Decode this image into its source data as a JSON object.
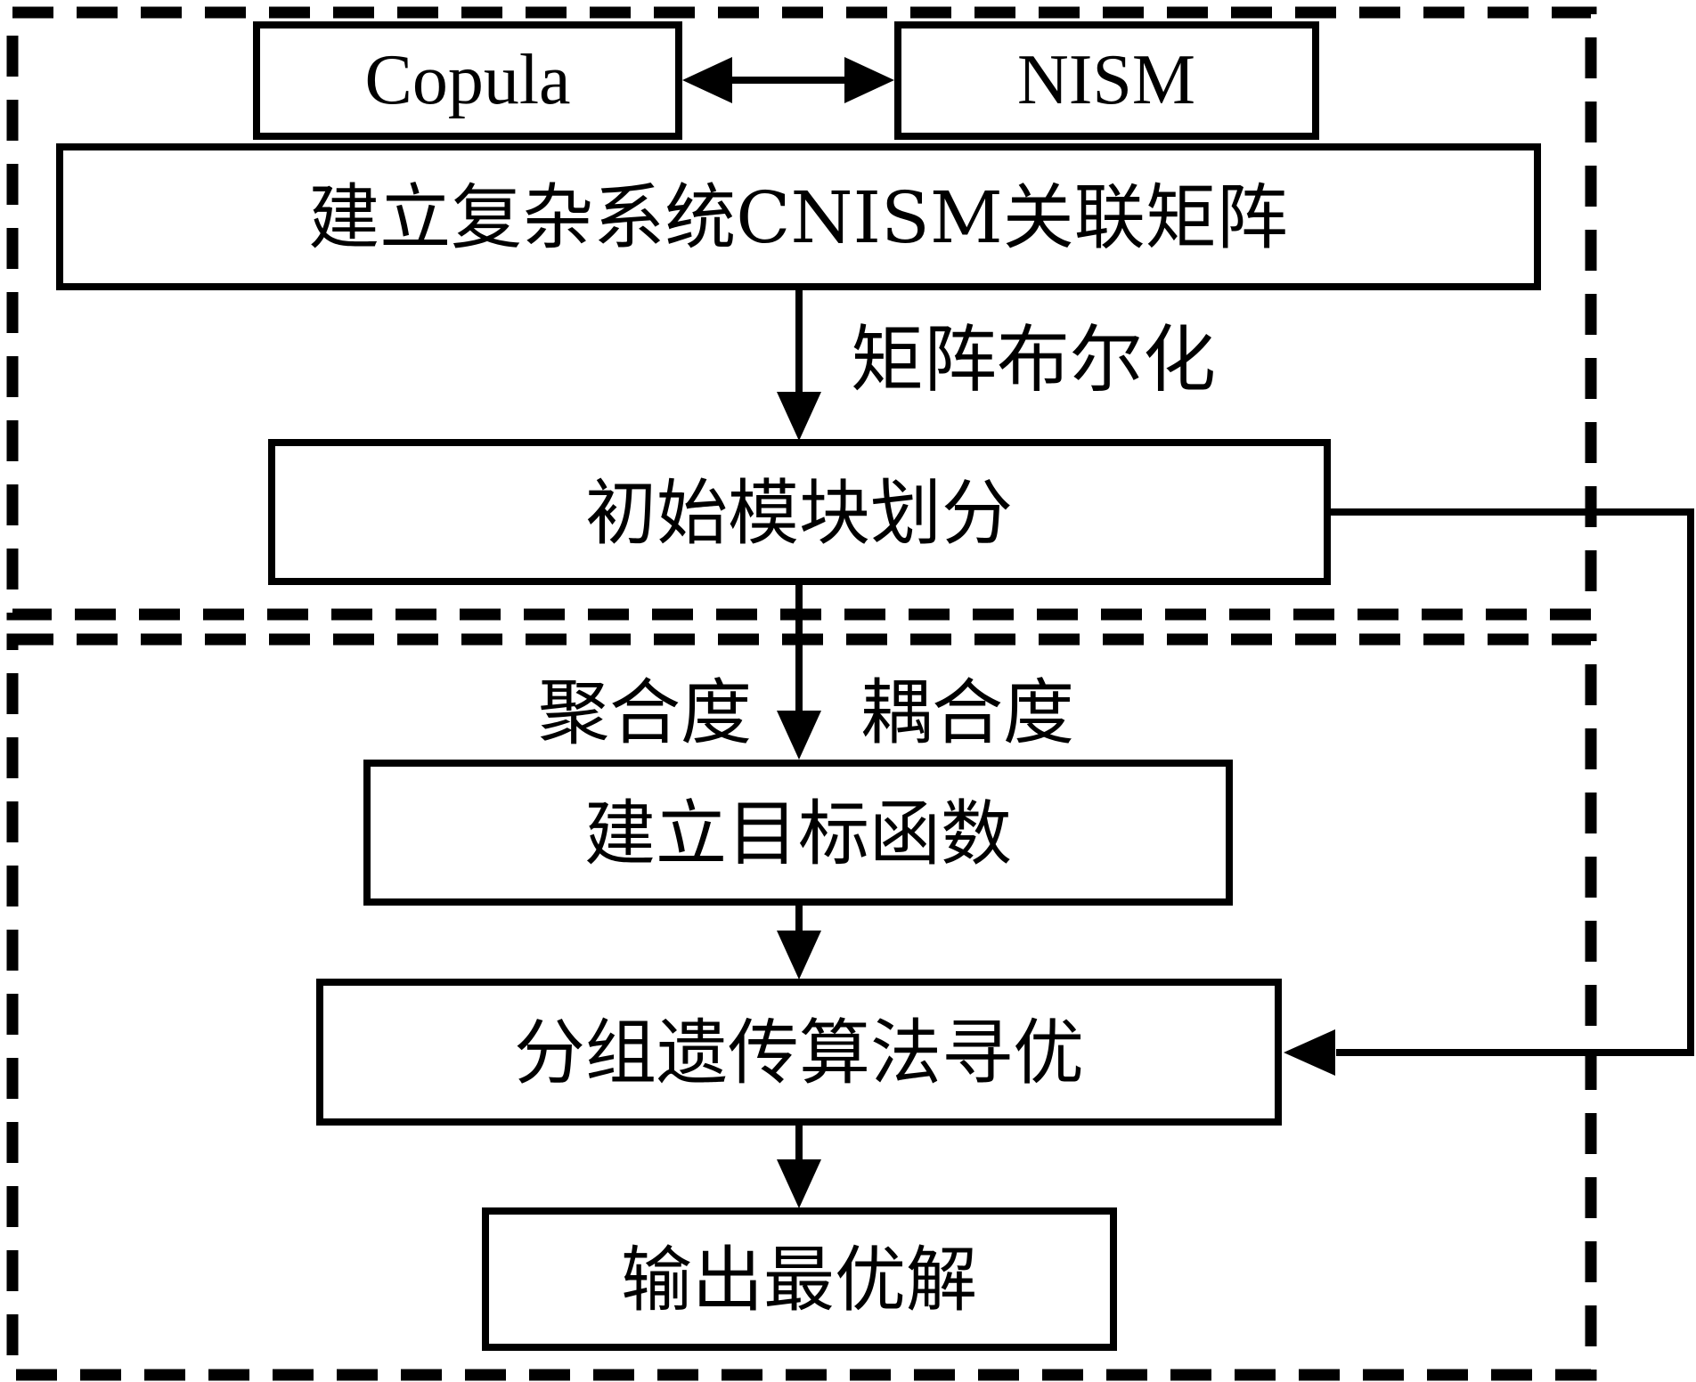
{
  "boxes": {
    "copula": "Copula",
    "nism": "NISM",
    "cnism": "建立复杂系统CNISM关联矩阵",
    "initial_module": "初始模块划分",
    "objective": "建立目标函数",
    "genetic": "分组遗传算法寻优",
    "output": "输出最优解"
  },
  "edge_labels": {
    "matrix_boolean": "矩阵布尔化",
    "cohesion": "聚合度",
    "coupling": "耦合度"
  },
  "colors": {
    "line": "#000000",
    "background": "#ffffff"
  }
}
